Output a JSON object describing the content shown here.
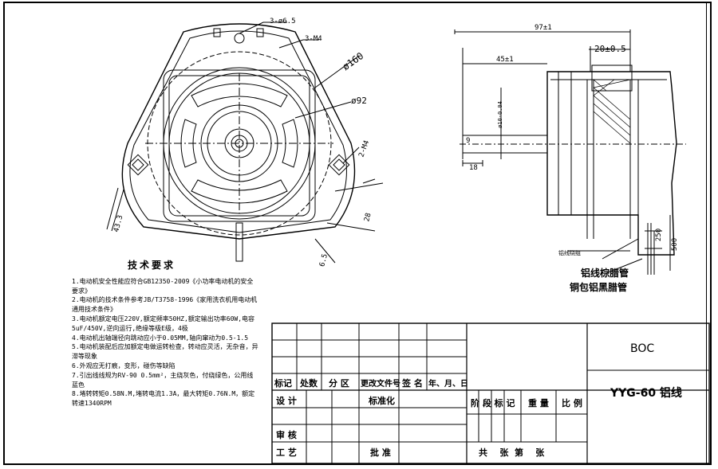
{
  "left_view": {
    "labels": {
      "holes_3_d65": "3-ø6.5",
      "screws_3_m4": "3-M4",
      "dia_160": "ø160",
      "dia_92": "ø92",
      "m4_2": "2-M4",
      "dim_43_3": "43.3",
      "dim_28": "28",
      "dim_6_5": "6.5"
    }
  },
  "right_view": {
    "labels": {
      "dim_97": "97±1",
      "dim_45": "45±1",
      "dim_20": "20±0.5",
      "dim_10_4": "ø10-0.04",
      "dim_9": "9",
      "dim_18": "18",
      "dim_250": "250",
      "dim_500": "500",
      "lead_small": "铝线绕组",
      "callout_1": "铝线棕腊管",
      "callout_2": "铜包铝黑腊管"
    }
  },
  "tech": {
    "title": "技术要求",
    "items": [
      "1.电动机安全性能应符合GB12350-2009《小功率电动机的安全要求》",
      "2.电动机的技术条件参考JB/T3758-1996《家用洗衣机用电动机通用技术条件》",
      "3.电动机额定电压220V,额定频率50HZ,额定输出功率60W,电容5uF/450V,逆向运行,绝缘等级E级，4极",
      "4.电动机出轴端径向跳动应小于0.05MM,轴向窜动为0.5-1.5",
      "5.电动机装配后应加额定电做运转检查，转动应灵活，无杂音，异滞等现象",
      "6.外观应无打痕，变形，碰伤等缺陷",
      "7.引出线线规为RV-90 0.5mm²，主绕灰色，付绕绿色，公用线蓝色",
      "8.堵转转矩0.58N.M,堵转电流1.3A，最大转矩0.76N.M，额定转速1340RPM"
    ]
  },
  "title_block": {
    "company": "BOC",
    "model": "YYG-60 铝线",
    "row_labels": {
      "mark": "标记",
      "count": "处数",
      "zone": "分 区",
      "change_doc": "更改文件号",
      "sign": "签 名",
      "date": "年、月、日",
      "design": "设 计",
      "standard": "标准化",
      "check": "审 核",
      "process": "工 艺",
      "approve": "批 准",
      "stage_mark": "阶 段 标 记",
      "weight": "重 量",
      "scale": "比 例",
      "sheets": "共    张  第    张"
    }
  }
}
